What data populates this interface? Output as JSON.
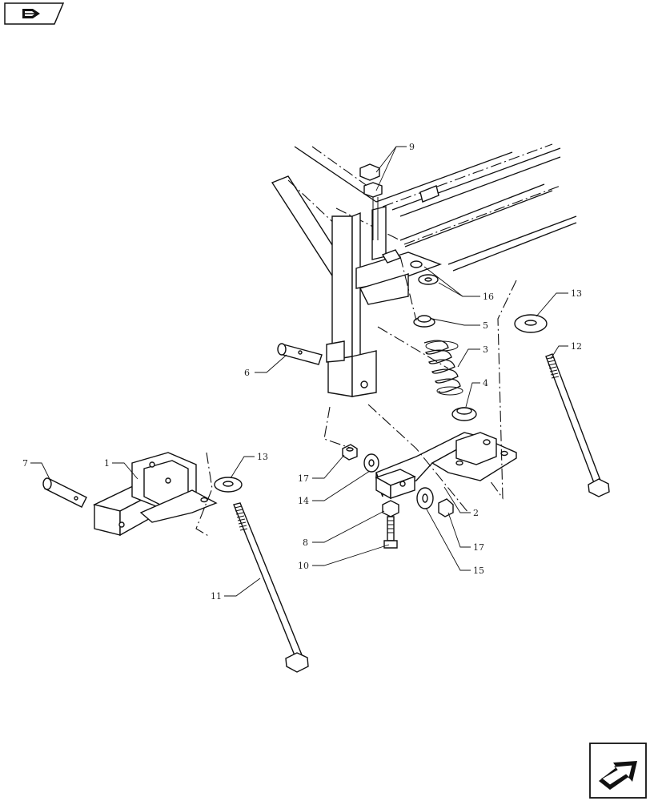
{
  "navigation": {
    "previous_icon": "section-back-icon",
    "next_icon": "next-page-arrow-icon"
  },
  "callouts": [
    "9",
    "16",
    "5",
    "3",
    "4",
    "13",
    "12",
    "6",
    "7",
    "1",
    "13",
    "17",
    "14",
    "2",
    "8",
    "17",
    "10",
    "15",
    "11"
  ]
}
